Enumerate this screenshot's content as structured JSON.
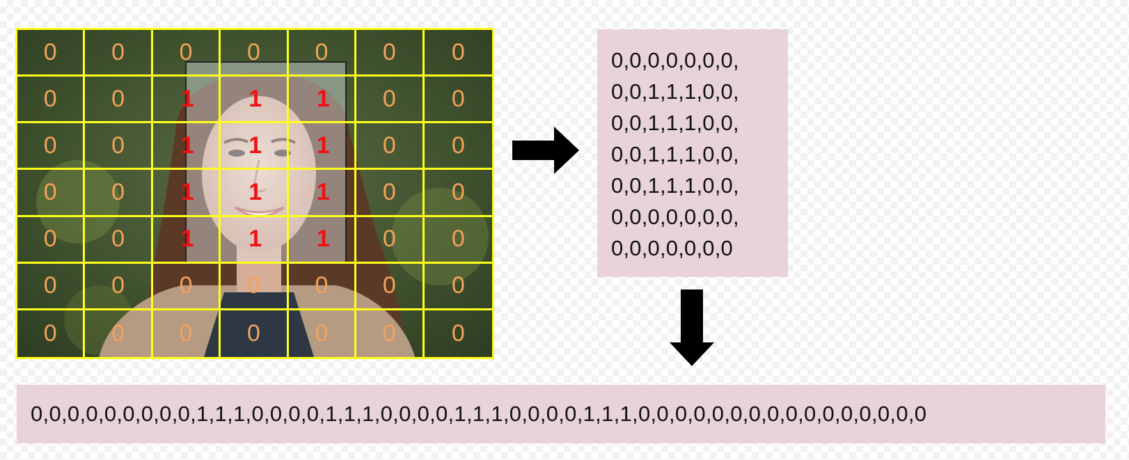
{
  "grid": {
    "rows": [
      [
        "0",
        "0",
        "0",
        "0",
        "0",
        "0",
        "0"
      ],
      [
        "0",
        "0",
        "1",
        "1",
        "1",
        "0",
        "0"
      ],
      [
        "0",
        "0",
        "1",
        "1",
        "1",
        "0",
        "0"
      ],
      [
        "0",
        "0",
        "1",
        "1",
        "1",
        "0",
        "0"
      ],
      [
        "0",
        "0",
        "1",
        "1",
        "1",
        "0",
        "0"
      ],
      [
        "0",
        "0",
        "0",
        "0",
        "0",
        "0",
        "0"
      ],
      [
        "0",
        "0",
        "0",
        "0",
        "0",
        "0",
        "0"
      ]
    ]
  },
  "matrix": {
    "lines": [
      "0,0,0,0,0,0,0,",
      "0,0,1,1,1,0,0,",
      "0,0,1,1,1,0,0,",
      "0,0,1,1,1,0,0,",
      "0,0,1,1,1,0,0,",
      "0,0,0,0,0,0,0,",
      "0,0,0,0,0,0,0"
    ]
  },
  "vector": {
    "text": "0,0,0,0,0,0,0,0,0,1,1,1,0,0,0,0,1,1,1,0,0,0,0,1,1,1,0,0,0,0,1,1,1,0,0,0,0,0,0,0,0,0,0,0,0,0,0,0,0"
  },
  "icons": {
    "arrow_right": "arrow-right-icon",
    "arrow_down": "arrow-down-icon",
    "photo": "portrait-photo"
  },
  "colors": {
    "grid_line": "#ffff1a",
    "zero_text": "#f4a25a",
    "one_text": "#ee1111",
    "box_fill": "#e8d2dc",
    "arrow": "#000000"
  }
}
